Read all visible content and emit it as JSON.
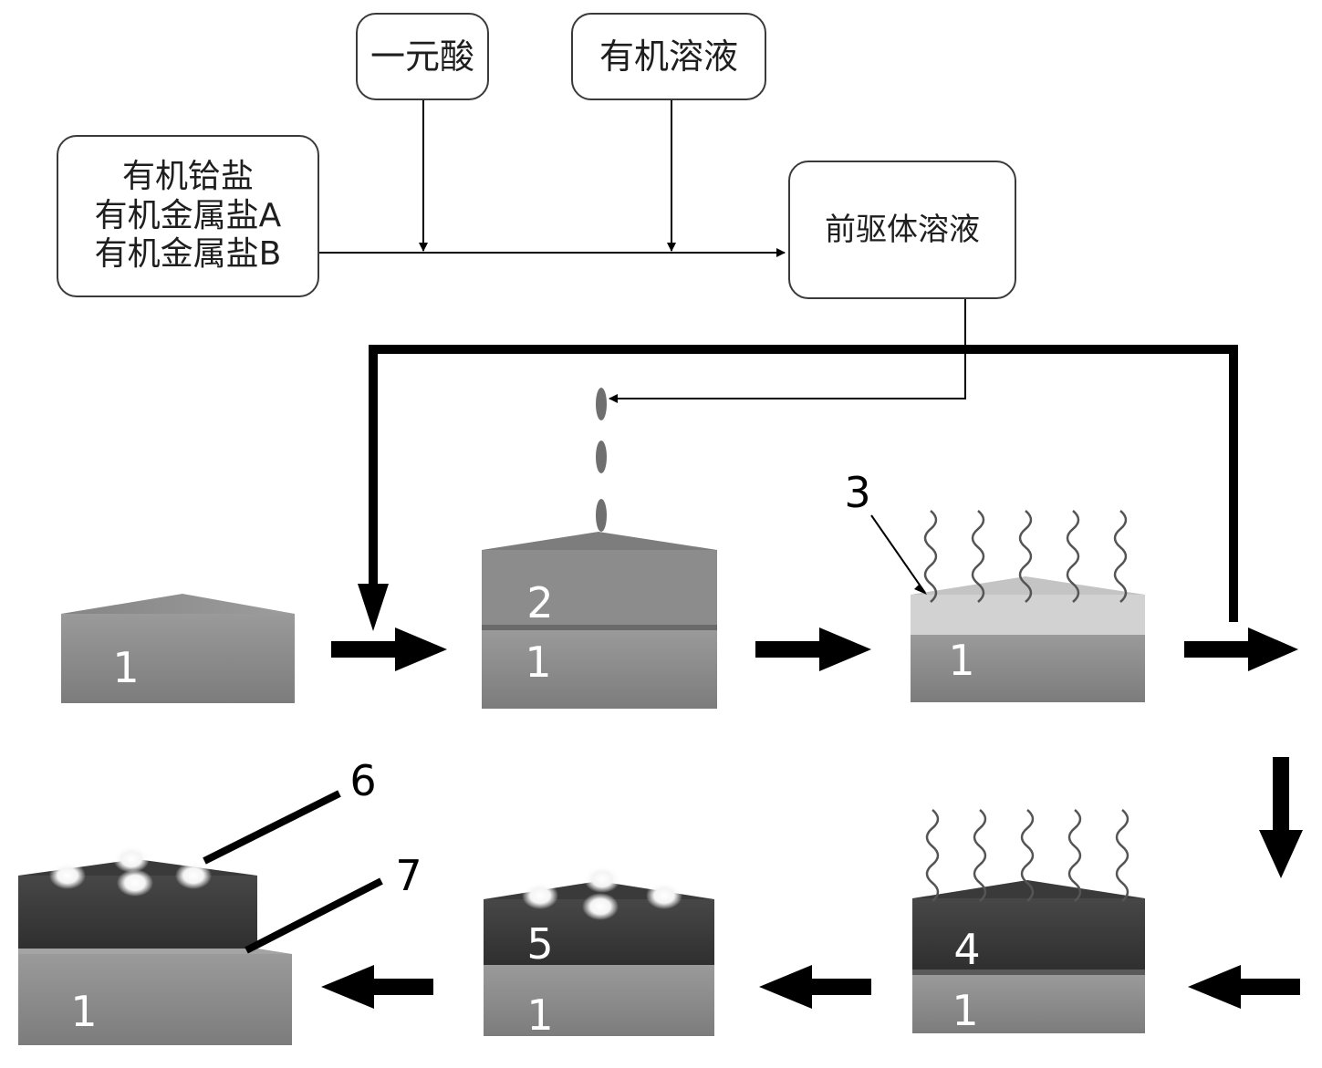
{
  "boxes": {
    "acid": "一元酸",
    "solvent": "有机溶液",
    "salts": [
      "有机铪盐",
      "有机金属盐A",
      "有机金属盐B"
    ],
    "precursor": "前驱体溶液"
  },
  "labels": {
    "substrate": "1",
    "wet_film": "2",
    "dried_film": "3",
    "annealed_film": "4",
    "irradiated_film": "5",
    "top_electrode": "6",
    "bottom_electrode": "7"
  },
  "colors": {
    "substrate": "#8e8e8e",
    "wet_film": "#8a8a8a",
    "dried_film": "#cfcfcf",
    "annealed_film": "#3f3f3f",
    "electrode_glow": "#ffffff",
    "arrow": "#000000"
  }
}
